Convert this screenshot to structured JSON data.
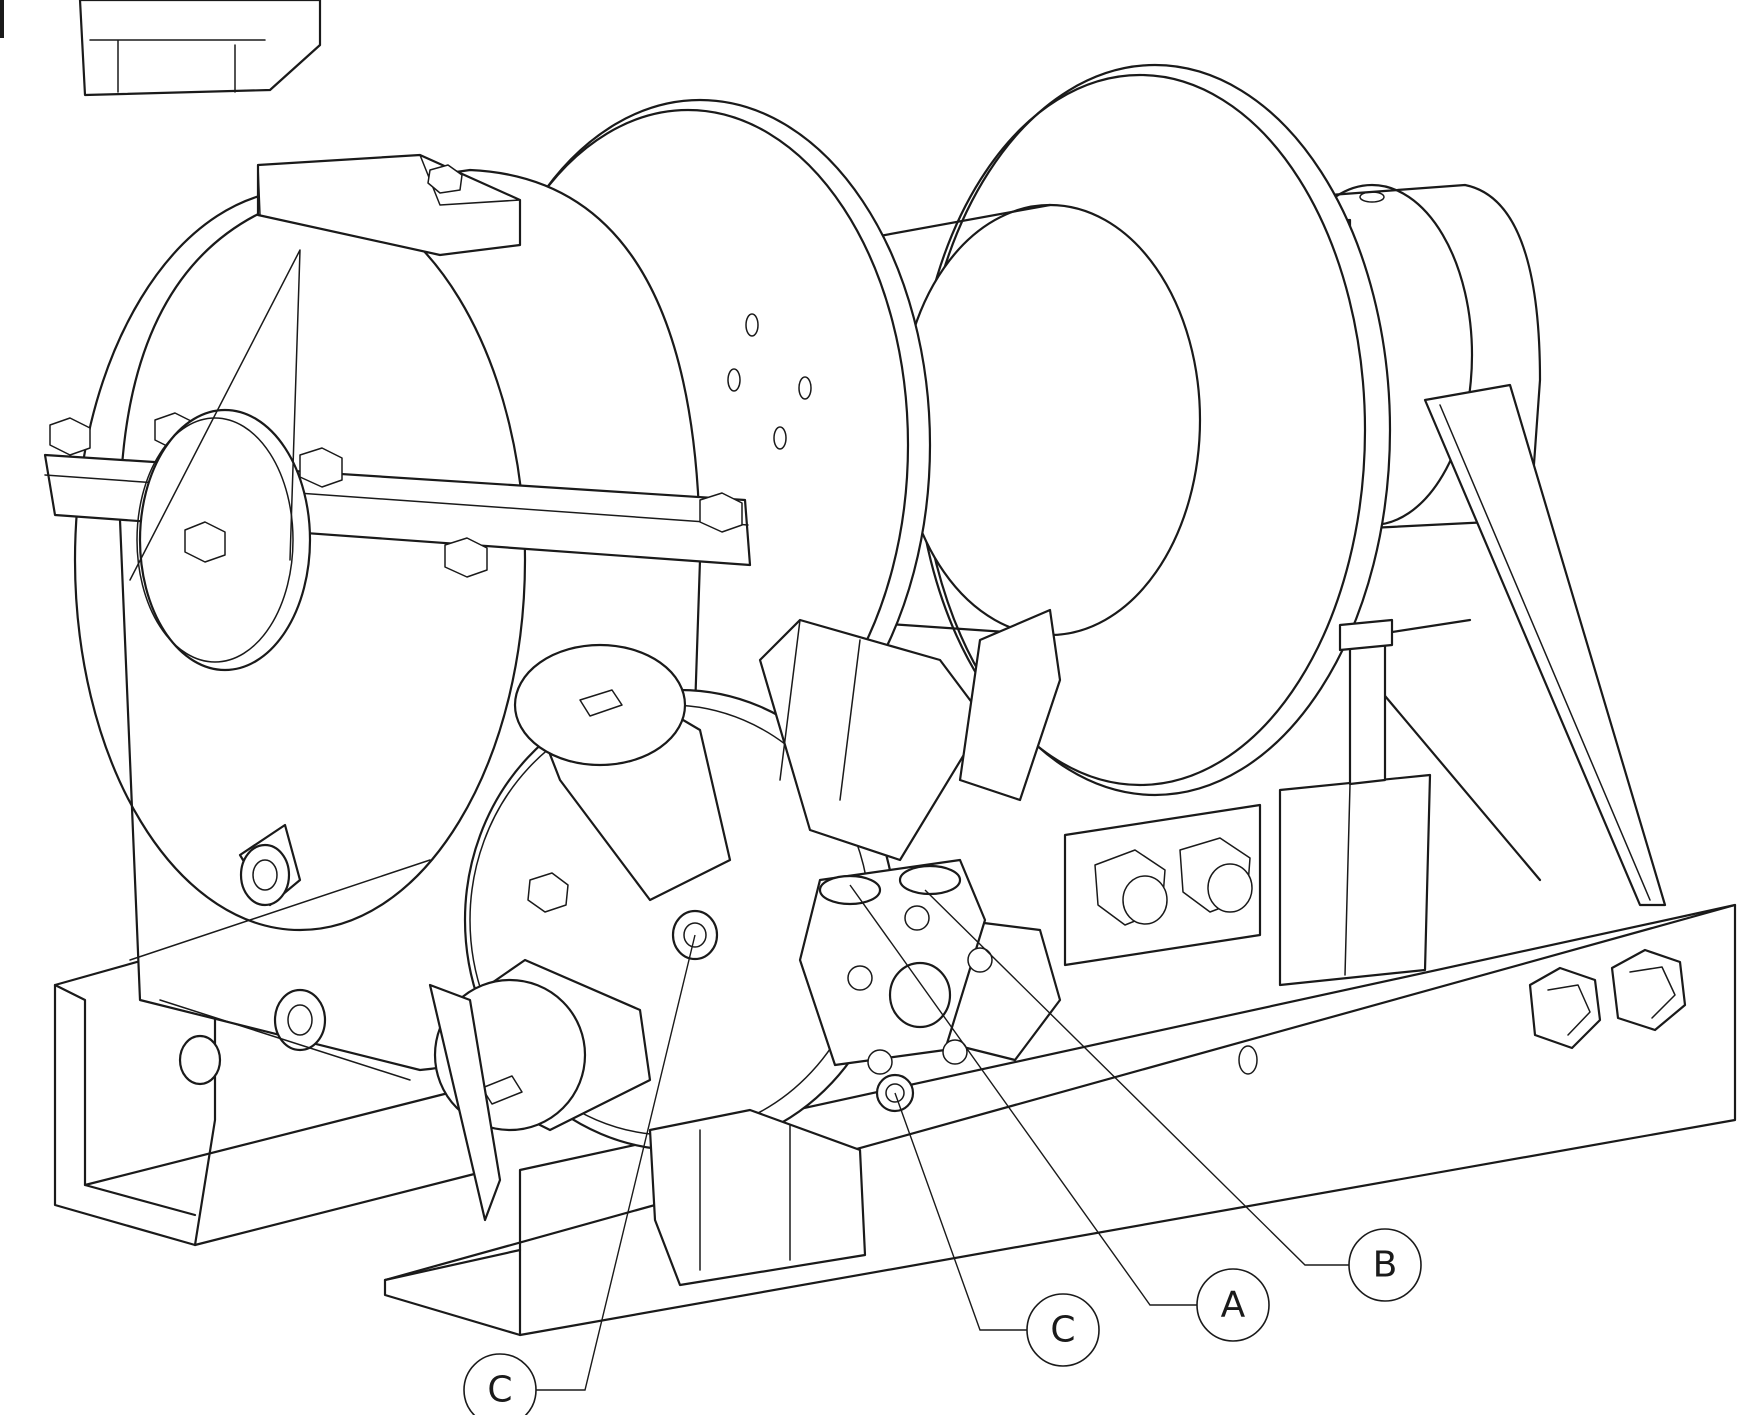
{
  "callouts": {
    "b": "B",
    "a": "A",
    "c_right": "C",
    "c_left": "C"
  },
  "colors": {
    "line": "#1a1a1a",
    "background": "#ffffff"
  }
}
